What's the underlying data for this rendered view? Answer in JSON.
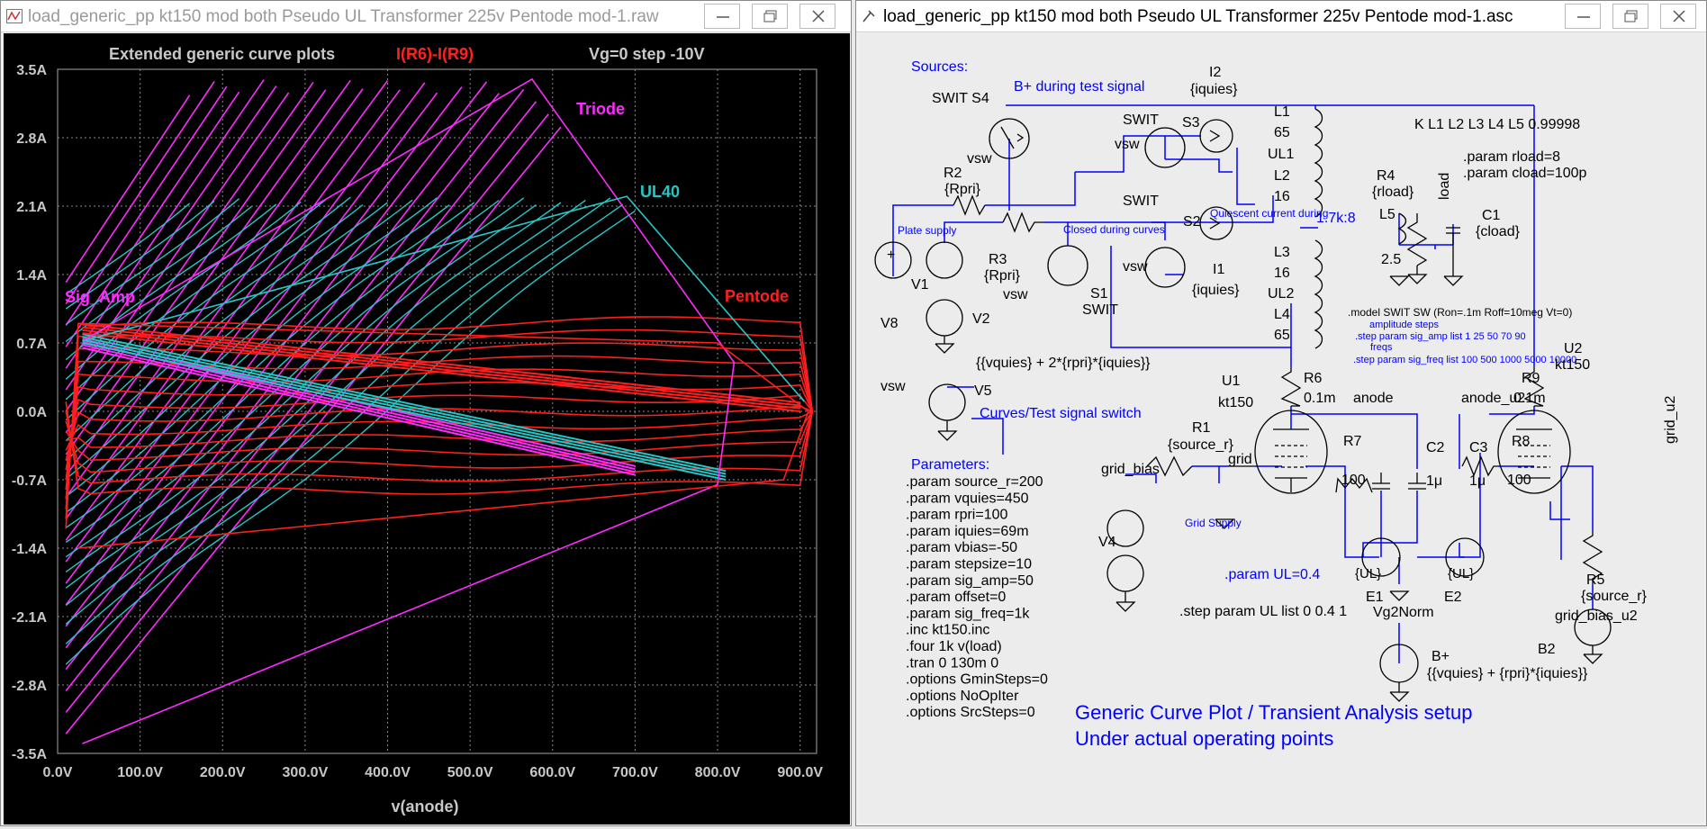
{
  "plot_window": {
    "title": "load_generic_pp kt150 mod both Pseudo UL Transformer 225v Pentode mod-1.raw",
    "header_left": "Extended generic curve plots",
    "header_center": "I(R6)-I(R9)",
    "header_right": "Vg=0 step -10V",
    "label_triode": "Triode",
    "label_ul40": "UL40",
    "label_pentode": "Pentode",
    "label_sigamp": "Sig_Amp",
    "xlabel": "v(anode)",
    "colors": {
      "background": "#000000",
      "grid": "#8a8a8a",
      "triode": "#ff2bff",
      "ul": "#26c6c6",
      "pentode": "#ff1f1f",
      "axis_text": "#c8c8c8"
    }
  },
  "chart_data": {
    "type": "line",
    "title": "Extended generic curve plots",
    "xlabel": "v(anode)",
    "ylabel": "I(R6)-I(R9)",
    "xlim": [
      0,
      920
    ],
    "ylim": [
      -3.5,
      3.5
    ],
    "x_ticks": [
      "0.0V",
      "100.0V",
      "200.0V",
      "300.0V",
      "400.0V",
      "500.0V",
      "600.0V",
      "700.0V",
      "800.0V",
      "900.0V"
    ],
    "y_ticks": [
      "3.5A",
      "2.8A",
      "2.1A",
      "1.4A",
      "0.7A",
      "0.0A",
      "-0.7A",
      "-1.4A",
      "-2.1A",
      "-2.8A",
      "-3.5A"
    ],
    "grid": true,
    "series": [
      {
        "name": "Triode",
        "type": "family",
        "color": "#ff2bff",
        "envelope_apex": [
          575,
          3.4
        ],
        "load_line": [
          [
            30,
            0.65
          ],
          [
            700,
            -0.65
          ]
        ]
      },
      {
        "name": "UL40",
        "type": "family",
        "color": "#26c6c6",
        "envelope_apex": [
          690,
          2.2
        ],
        "load_line": [
          [
            30,
            0.7
          ],
          [
            810,
            -0.7
          ]
        ]
      },
      {
        "name": "Pentode",
        "type": "family",
        "color": "#ff1f1f",
        "envelope_apex": [
          910,
          0.0
        ],
        "load_line": [
          [
            30,
            0.8
          ],
          [
            900,
            0.0
          ]
        ]
      }
    ]
  },
  "schematic_window": {
    "title": "load_generic_pp kt150 mod both Pseudo UL Transformer 225v Pentode mod-1.asc",
    "labels": {
      "sources": "Sources:",
      "bplus_test": "B+ during test signal",
      "swit_s4": "SWIT S4",
      "i2": "I2",
      "iquies_i2": "{iquies}",
      "coupling": "K L1 L2 L3 L4 L5 0.99998",
      "param_rload": ".param rload=8",
      "param_cload": ".param cload=100p",
      "swit_s3": "SWIT",
      "s3": "S3",
      "vsw_s3": "vsw",
      "vsw_s4": "vsw",
      "r2": "R2",
      "rpri_r2": "{Rpri}",
      "swit_s3b": "SWIT",
      "l1": "L1",
      "l1_val": "65",
      "ul1": "UL1",
      "l2": "L2",
      "l2_val": "16",
      "ratio": "1.7k:8",
      "r4": "R4",
      "rload_r4": "{rload}",
      "load": "load",
      "c1": "C1",
      "cload_c1": "{cload}",
      "l5": "L5",
      "l5_val": "2.5",
      "plate_supply": "Plate supply",
      "closed_during": "Closed during curves",
      "s2": "S2",
      "quiescent": "Quiescent current during",
      "r3": "R3",
      "rpri_r3": "{Rpri}",
      "vsw_s2": "vsw",
      "i1": "I1",
      "iquies_i1": "{iquies}",
      "l3": "L3",
      "l3_val": "16",
      "ul2": "UL2",
      "l4": "L4",
      "l4_val": "65",
      "v1": "V1",
      "vsw_s1": "vsw",
      "s1": "S1",
      "swit_s1": "SWIT",
      "v8": "V8",
      "v2": "V2",
      "model_sw": ".model SWIT SW (Ron=.1m Roff=10meg Vt=0)",
      "amp_steps": "amplitude steps",
      "step_sig_amp": ".step param sig_amp list 1 25 50 70 90",
      "freqs": "freqs",
      "step_sig_freq": ".step param sig_freq list 100 500 1000 5000 10000",
      "v2_expr": "{{vquies} + 2*{rpri}*{iquies}}",
      "u2": "U2",
      "kt150_u2": "kt150",
      "vsw_v5": "vsw",
      "v5": "V5",
      "curves_test": "Curves/Test signal switch",
      "u1": "U1",
      "kt150_u1": "kt150",
      "r6": "R6",
      "r6_val": "0.1m",
      "anode": "anode",
      "anode_u2": "anode_u2",
      "r9": "R9",
      "r9_val": "0.1m",
      "grid_u2": "grid_u2",
      "r1": "R1",
      "source_r_r1": "{source_r}",
      "grid_bias": "grid_bias",
      "grid": "grid",
      "r7": "R7",
      "r7_val": "100",
      "c2": "C2",
      "c2_val": "1μ",
      "c3": "C3",
      "c3_val": "1μ",
      "r8": "R8",
      "r8_val": "100",
      "grid_supply": "Grid Supply",
      "v4": "V4",
      "ul_e1": "{UL}",
      "ul_e2": "{UL}",
      "param_ul": ".param UL=0.4",
      "e1": "E1",
      "e2": "E2",
      "step_ul": ".step param UL list 0 0.4 1",
      "vg2norm": "Vg2Norm",
      "r5": "R5",
      "source_r_r5": "{source_r}",
      "grid_bias_u2": "grid_bias_u2",
      "b2": "B2",
      "bplus": "B+",
      "bplus_expr": "{{vquies} + {rpri}*{iquies}}",
      "big_note_1": "Generic Curve Plot / Transient Analysis setup",
      "big_note_2": "Under actual operating points"
    },
    "parameters_title": "Parameters:",
    "parameters": [
      ".param source_r=200",
      ".param vquies=450",
      ".param rpri=100",
      ".param iquies=69m",
      ".param vbias=-50",
      ".param stepsize=10",
      ".param sig_amp=50",
      ".param offset=0",
      ".param sig_freq=1k",
      ".inc kt150.inc",
      ".four 1k v(load)",
      ".tran 0 130m 0",
      ".options GminSteps=0",
      ".options NoOpIter",
      ".options SrcSteps=0"
    ],
    "colors": {
      "wire": "#0000ff",
      "component": "#000000",
      "label": "#0000ff",
      "comment": "#0000ff",
      "background": "#ececec"
    }
  }
}
